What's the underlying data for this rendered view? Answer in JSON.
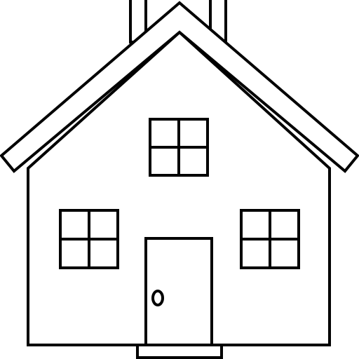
{
  "drawing": {
    "subject": "house-outline",
    "style": "black-line-art",
    "colors": {
      "stroke": "#000000",
      "fill": "#ffffff",
      "background": "#ffffff"
    },
    "parts": [
      "chimney",
      "roof",
      "wall",
      "attic-window",
      "left-window",
      "right-window",
      "door",
      "door-knob",
      "doorstep"
    ]
  }
}
